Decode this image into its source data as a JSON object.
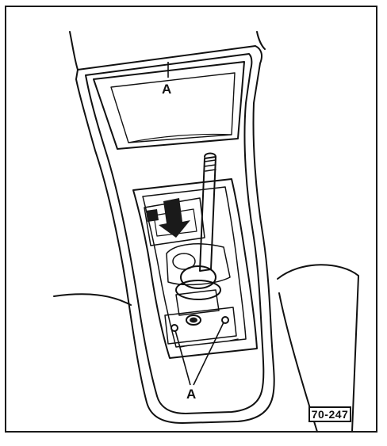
{
  "callouts": {
    "top": "A",
    "bottom": "A"
  },
  "figure_number": "70-247",
  "colors": {
    "ink": "#111111",
    "paper": "#ffffff",
    "shade": "#222222"
  }
}
